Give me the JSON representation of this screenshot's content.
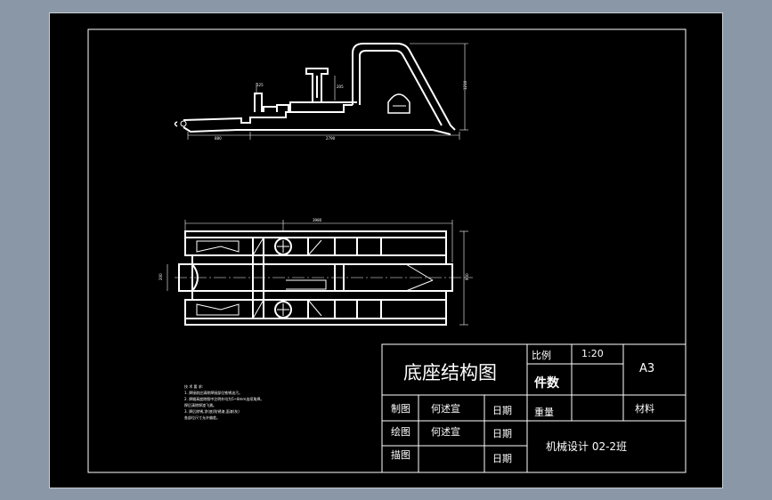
{
  "title_block": {
    "title": "底座结构图",
    "scale_label": "比例",
    "scale_value": "1:20",
    "paper_size": "A3",
    "quantity_label": "件数",
    "weight_label": "重量",
    "material_label": "材料",
    "drawn_label": "制图",
    "drawn_name": "何述宣",
    "drafted_label": "绘图",
    "drafted_name": "何述宣",
    "traced_label": "描图",
    "date_label_1": "日期",
    "date_label_2": "日期",
    "date_label_3": "日期",
    "class_name": "机械设计 02-2班"
  },
  "notes": {
    "heading": "技 术 要 求:",
    "lines": [
      "1. 焊接前应清除焊接部位铁锈油污。",
      "2. 焊缝高度除图中注明外均为5~8mm连续角焊。",
      "焊后清除焊渣飞溅。",
      "3. 焊后除锈,涂(底)防锈漆,面漆(灰)",
      "各部位尺寸允许偏差。"
    ]
  },
  "colors": {
    "desktop": "#8a97a6",
    "paper": "#000000",
    "line": "#ffffff"
  }
}
